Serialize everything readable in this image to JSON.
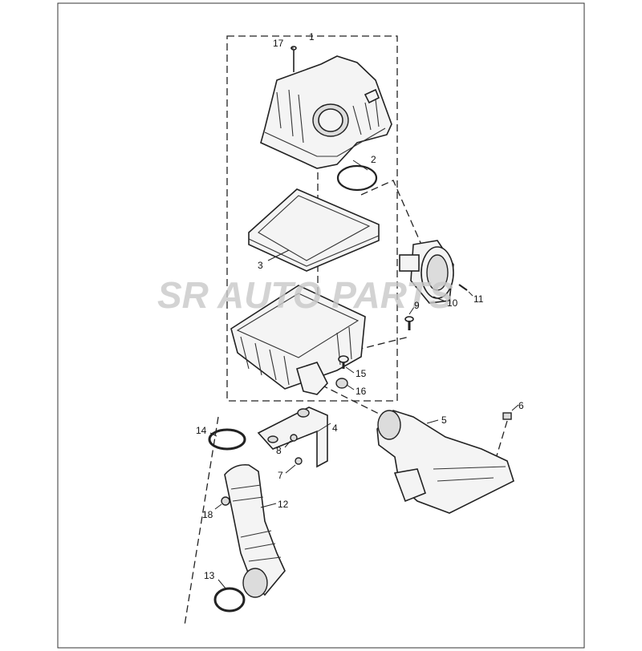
{
  "watermark": "SR AUTO PARTS",
  "callouts": [
    "1",
    "2",
    "3",
    "4",
    "5",
    "6",
    "7",
    "8",
    "9",
    "10",
    "11",
    "12",
    "13",
    "14",
    "15",
    "16",
    "17",
    "18"
  ]
}
